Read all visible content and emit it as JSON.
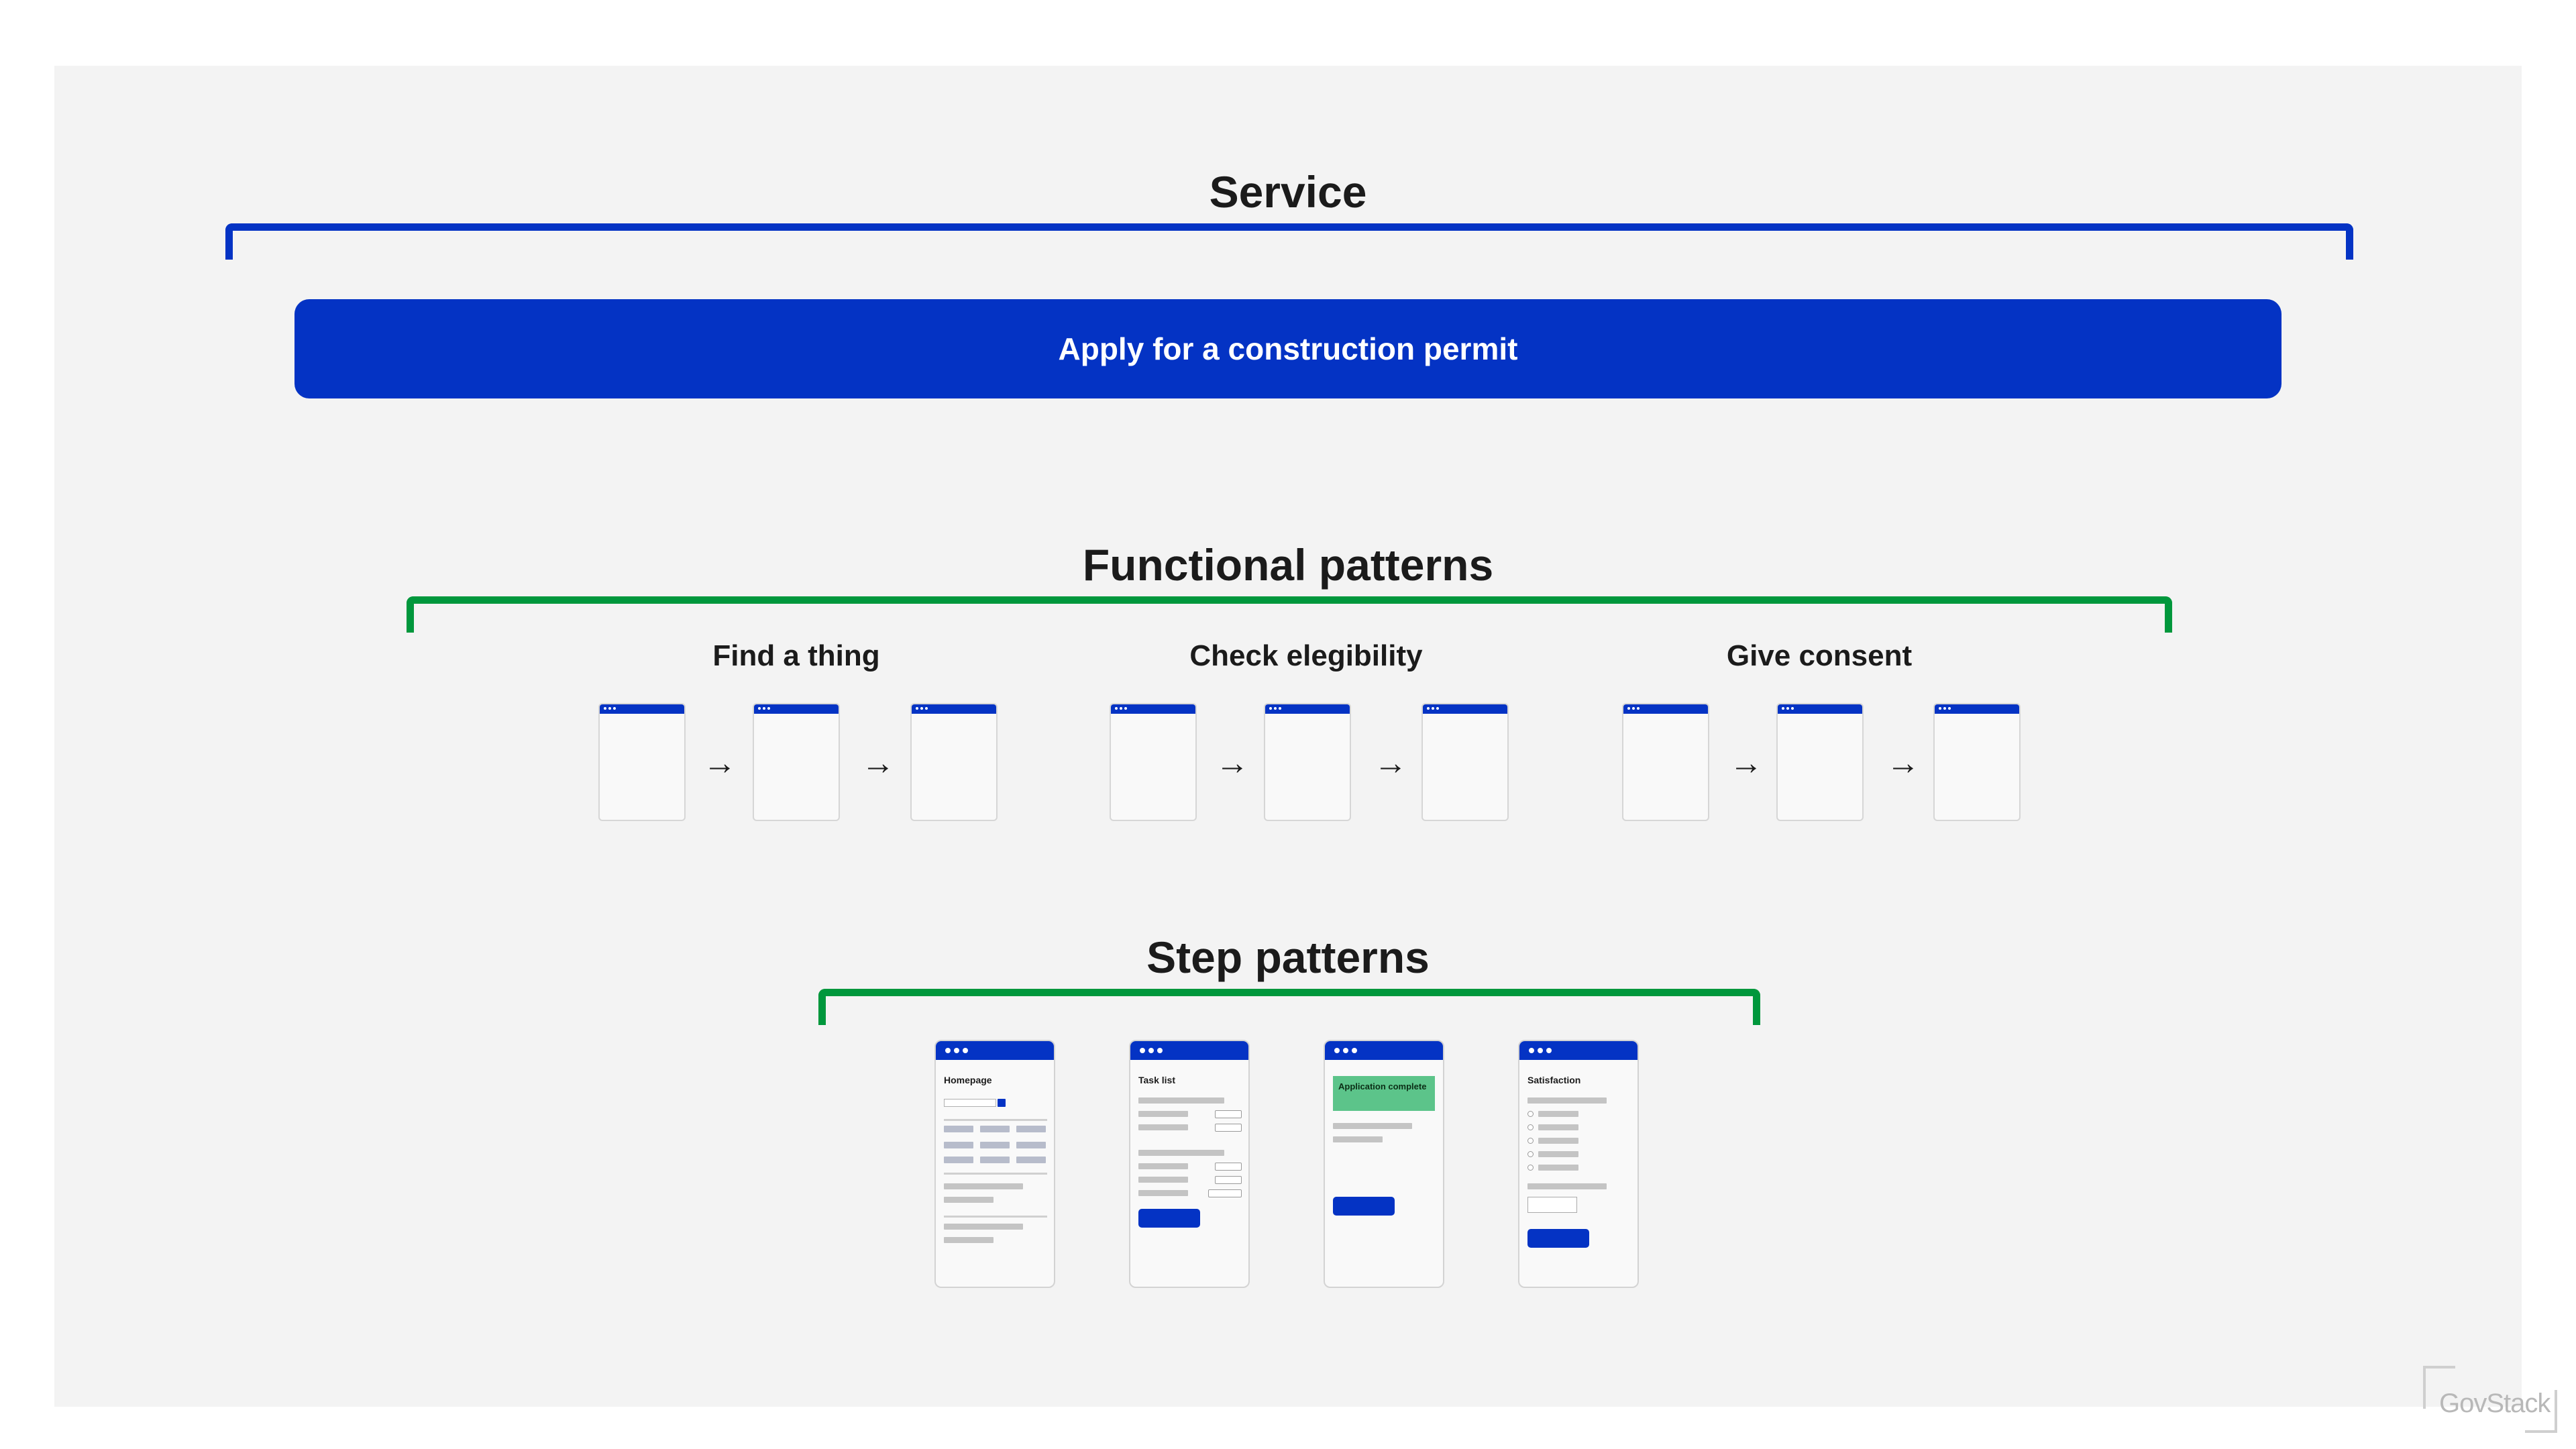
{
  "service": {
    "heading": "Service",
    "button_label": "Apply for a construction permit"
  },
  "functional": {
    "heading": "Functional patterns",
    "groups": [
      {
        "title": "Find a thing"
      },
      {
        "title": "Check elegibility"
      },
      {
        "title": "Give consent"
      }
    ]
  },
  "step": {
    "heading": "Step patterns",
    "screens": [
      {
        "title": "Homepage"
      },
      {
        "title": "Task list"
      },
      {
        "title": "Application complete"
      },
      {
        "title": "Satisfaction"
      }
    ]
  },
  "logo": {
    "text": "GovStack"
  },
  "colors": {
    "accent_blue": "#0433c4",
    "bracket_green": "#00973c",
    "panel": "#f3f3f3"
  }
}
